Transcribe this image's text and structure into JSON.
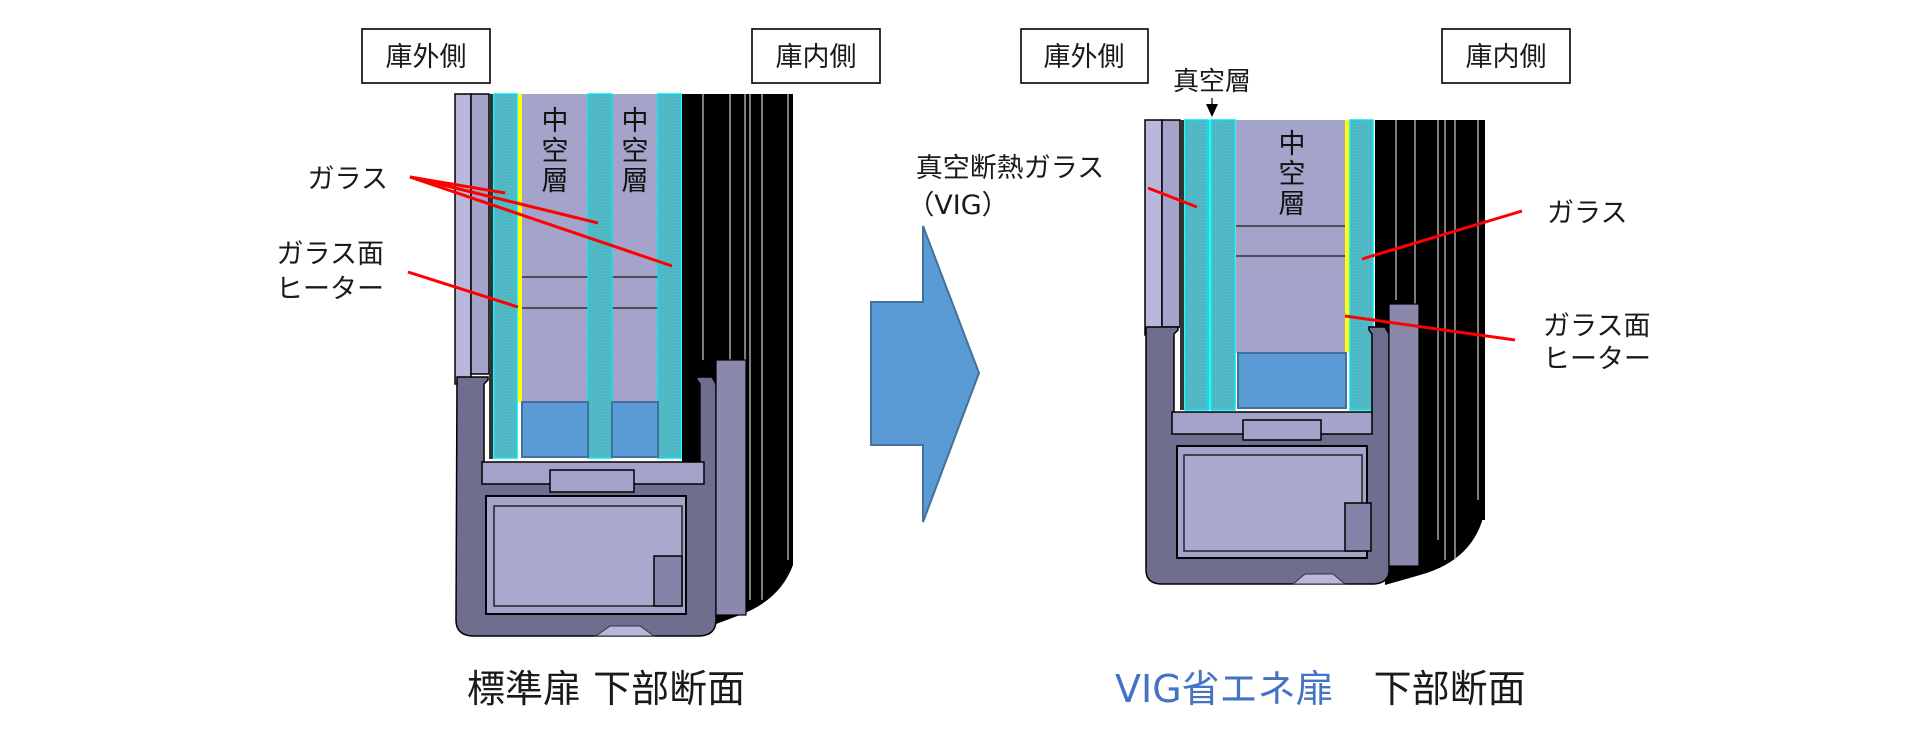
{
  "colors": {
    "glass": "#4fb7c4",
    "glass_edge": "#00e5ee",
    "heater": "#ffff00",
    "air_gap": "#a4a3c9",
    "frame": "#6f6e8f",
    "frame_light": "#b9b8dc",
    "spacer": "#5b9bd5",
    "leader": "#ff0000",
    "arrow_fill": "#5b9bd5",
    "arrow_stroke": "#41719c",
    "caption_accent": "#4472c4"
  },
  "left_panel": {
    "outside_label": "庫外側",
    "inside_label": "庫内側",
    "gap_label_1": [
      "中",
      "空",
      "層"
    ],
    "gap_label_2": [
      "中",
      "空",
      "層"
    ],
    "callout_glass": "ガラス",
    "callout_heater_line1": "ガラス面",
    "callout_heater_line2": "ヒーター",
    "caption": "標準扉 下部断面"
  },
  "right_panel": {
    "outside_label": "庫外側",
    "inside_label": "庫内側",
    "vacuum_layer_label": "真空層",
    "gap_label": [
      "中",
      "空",
      "層"
    ],
    "callout_vig_line1": "真空断熱ガラス",
    "callout_vig_line2": "（VIG）",
    "callout_glass": "ガラス",
    "callout_heater_line1": "ガラス面",
    "callout_heater_line2": "ヒーター",
    "caption_accent": "VIG省エネ扉",
    "caption_rest": "下部断面"
  },
  "transition_arrow": {
    "icon": "right-arrow-icon"
  }
}
